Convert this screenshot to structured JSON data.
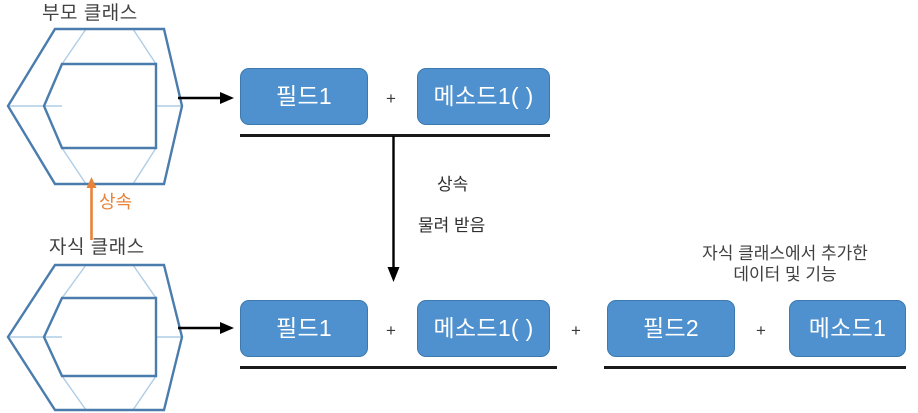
{
  "diagram": {
    "title_parent": "부모 클래스",
    "title_child": "자식 클래스",
    "inheritance_arrow_label": "상속",
    "middle_caption_line1": "상속",
    "middle_caption_line2": "물려 받음",
    "right_caption_line1": "자식 클래스에서 추가한",
    "right_caption_line2": "데이터 및 기능",
    "plus_symbol": "+",
    "colors": {
      "box_fill": "#4E91CE",
      "box_border": "#3B79AE",
      "box_text": "#FFFFFF",
      "hex_outline_dark": "#4A7CAD",
      "hex_outline_light": "#AFCDE6",
      "orange_accent": "#E8833A",
      "arrow_black": "#000000",
      "label_gray": "#404040",
      "underline": "#1A1A1A",
      "background": "#FFFFFF"
    },
    "parent_members": [
      {
        "label": "필드1"
      },
      {
        "label": "메소드1( )"
      }
    ],
    "child_inherited_members": [
      {
        "label": "필드1"
      },
      {
        "label": "메소드1( )"
      }
    ],
    "child_added_members": [
      {
        "label": "필드2"
      },
      {
        "label": "메소드1"
      }
    ]
  }
}
